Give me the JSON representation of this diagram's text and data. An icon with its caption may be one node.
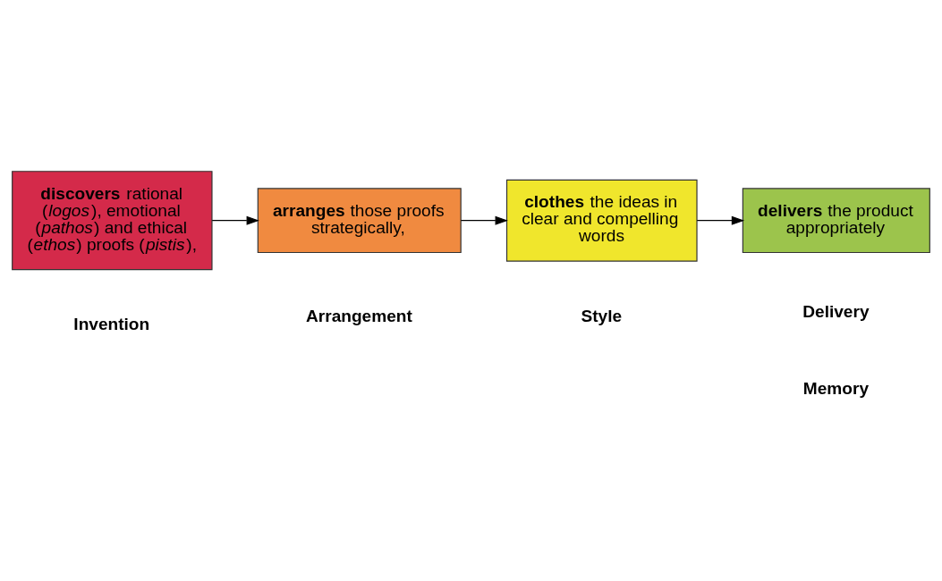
{
  "diagram": {
    "nodes": [
      {
        "text": [
          "**discovers** rational (*logos*), emotional (*pathos*) and ethical (*ethos*) proofs (*pistis*),"
        ]
      },
      {
        "text": [
          "**arranges** those proofs strategically,"
        ]
      },
      {
        "text": [
          "**clothes** the ideas in clear and compelling words"
        ]
      },
      {
        "text": [
          "**delivers** the product appropriately"
        ]
      }
    ],
    "edges": [
      {
        "from": 0,
        "to": 1,
        "arrow": "to"
      },
      {
        "from": 1,
        "to": 2,
        "arrow": "to"
      },
      {
        "from": 2,
        "to": 3,
        "arrow": "to"
      }
    ],
    "labels": [
      "Invention",
      "Arrangement",
      "Style",
      "Delivery",
      "Memory"
    ]
  }
}
